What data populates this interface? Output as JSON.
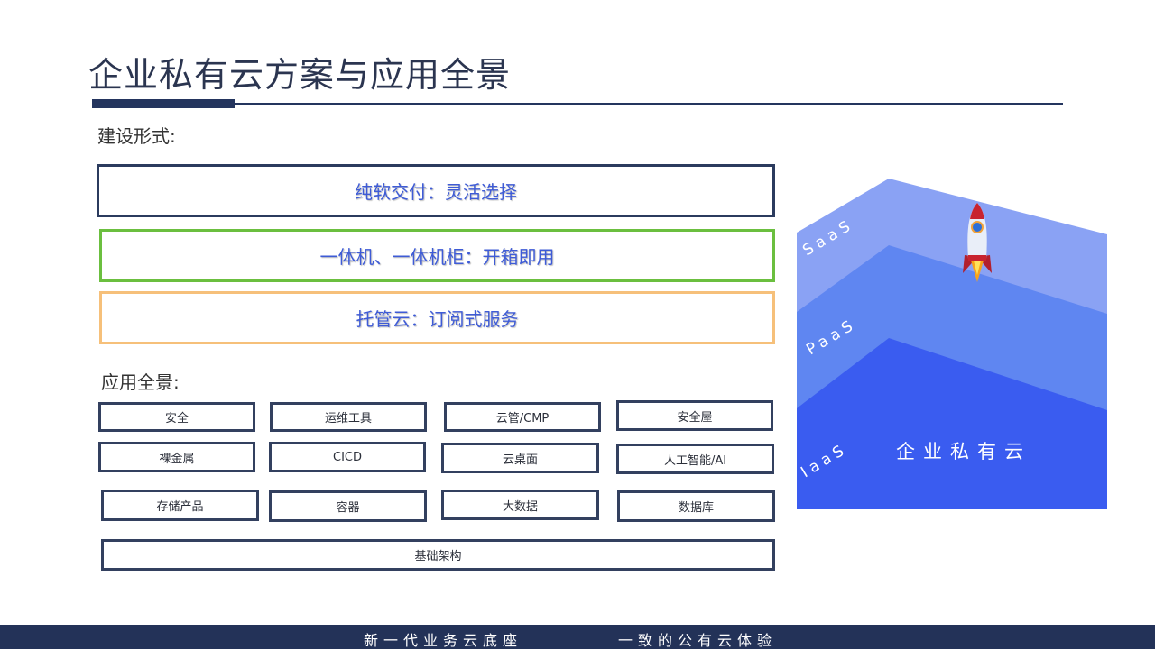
{
  "title": "企业私有云方案与应用全景",
  "construction": {
    "label": "建设形式:",
    "options": [
      "纯软交付：灵活选择",
      "一体机、一体机柜：开箱即用",
      "托管云：订阅式服务"
    ]
  },
  "apps": {
    "label": "应用全景:",
    "items": [
      "安全",
      "运维工具",
      "云管/CMP",
      "安全屋",
      "裸金属",
      "CICD",
      "云桌面",
      "人工智能/AI",
      "存储产品",
      "容器",
      "大数据",
      "数据库"
    ],
    "base": "基础架构"
  },
  "stack": {
    "layers": [
      "SaaS",
      "PaaS",
      "IaaS"
    ],
    "caption": "企业私有云",
    "colors": {
      "saas": "#8aa2f4",
      "paas": "#5f86f1",
      "iaas": "#3a5cf0"
    }
  },
  "footer": {
    "left": "新一代业务云底座",
    "right": "一致的公有云体验"
  },
  "colors": {
    "navy": "#24355e",
    "green": "#6bbf3f",
    "orange": "#f6c07a",
    "accent_text": "#3e5bd6"
  }
}
